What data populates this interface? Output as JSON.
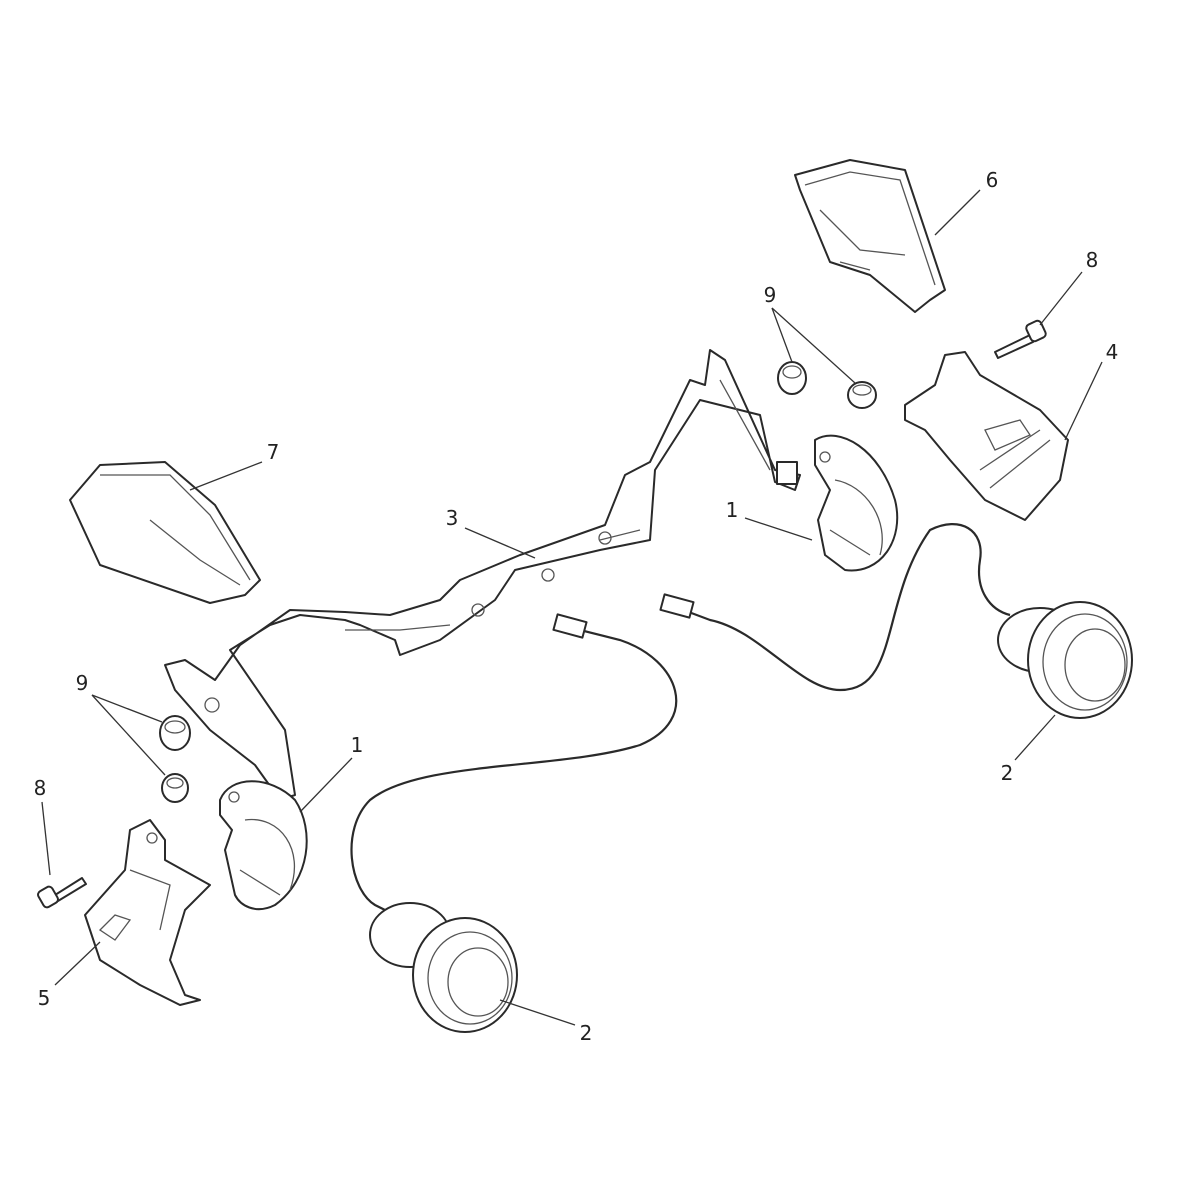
{
  "diagram": {
    "callouts": {
      "c6": "6",
      "c8a": "8",
      "c9a": "9",
      "c4": "4",
      "c7": "7",
      "c3": "3",
      "c1a": "1",
      "c9b": "9",
      "c1b": "1",
      "c8b": "8",
      "c2a": "2",
      "c5": "5",
      "c2b": "2"
    },
    "colors": {
      "line": "#2a2a2a",
      "background": "#ffffff"
    }
  }
}
